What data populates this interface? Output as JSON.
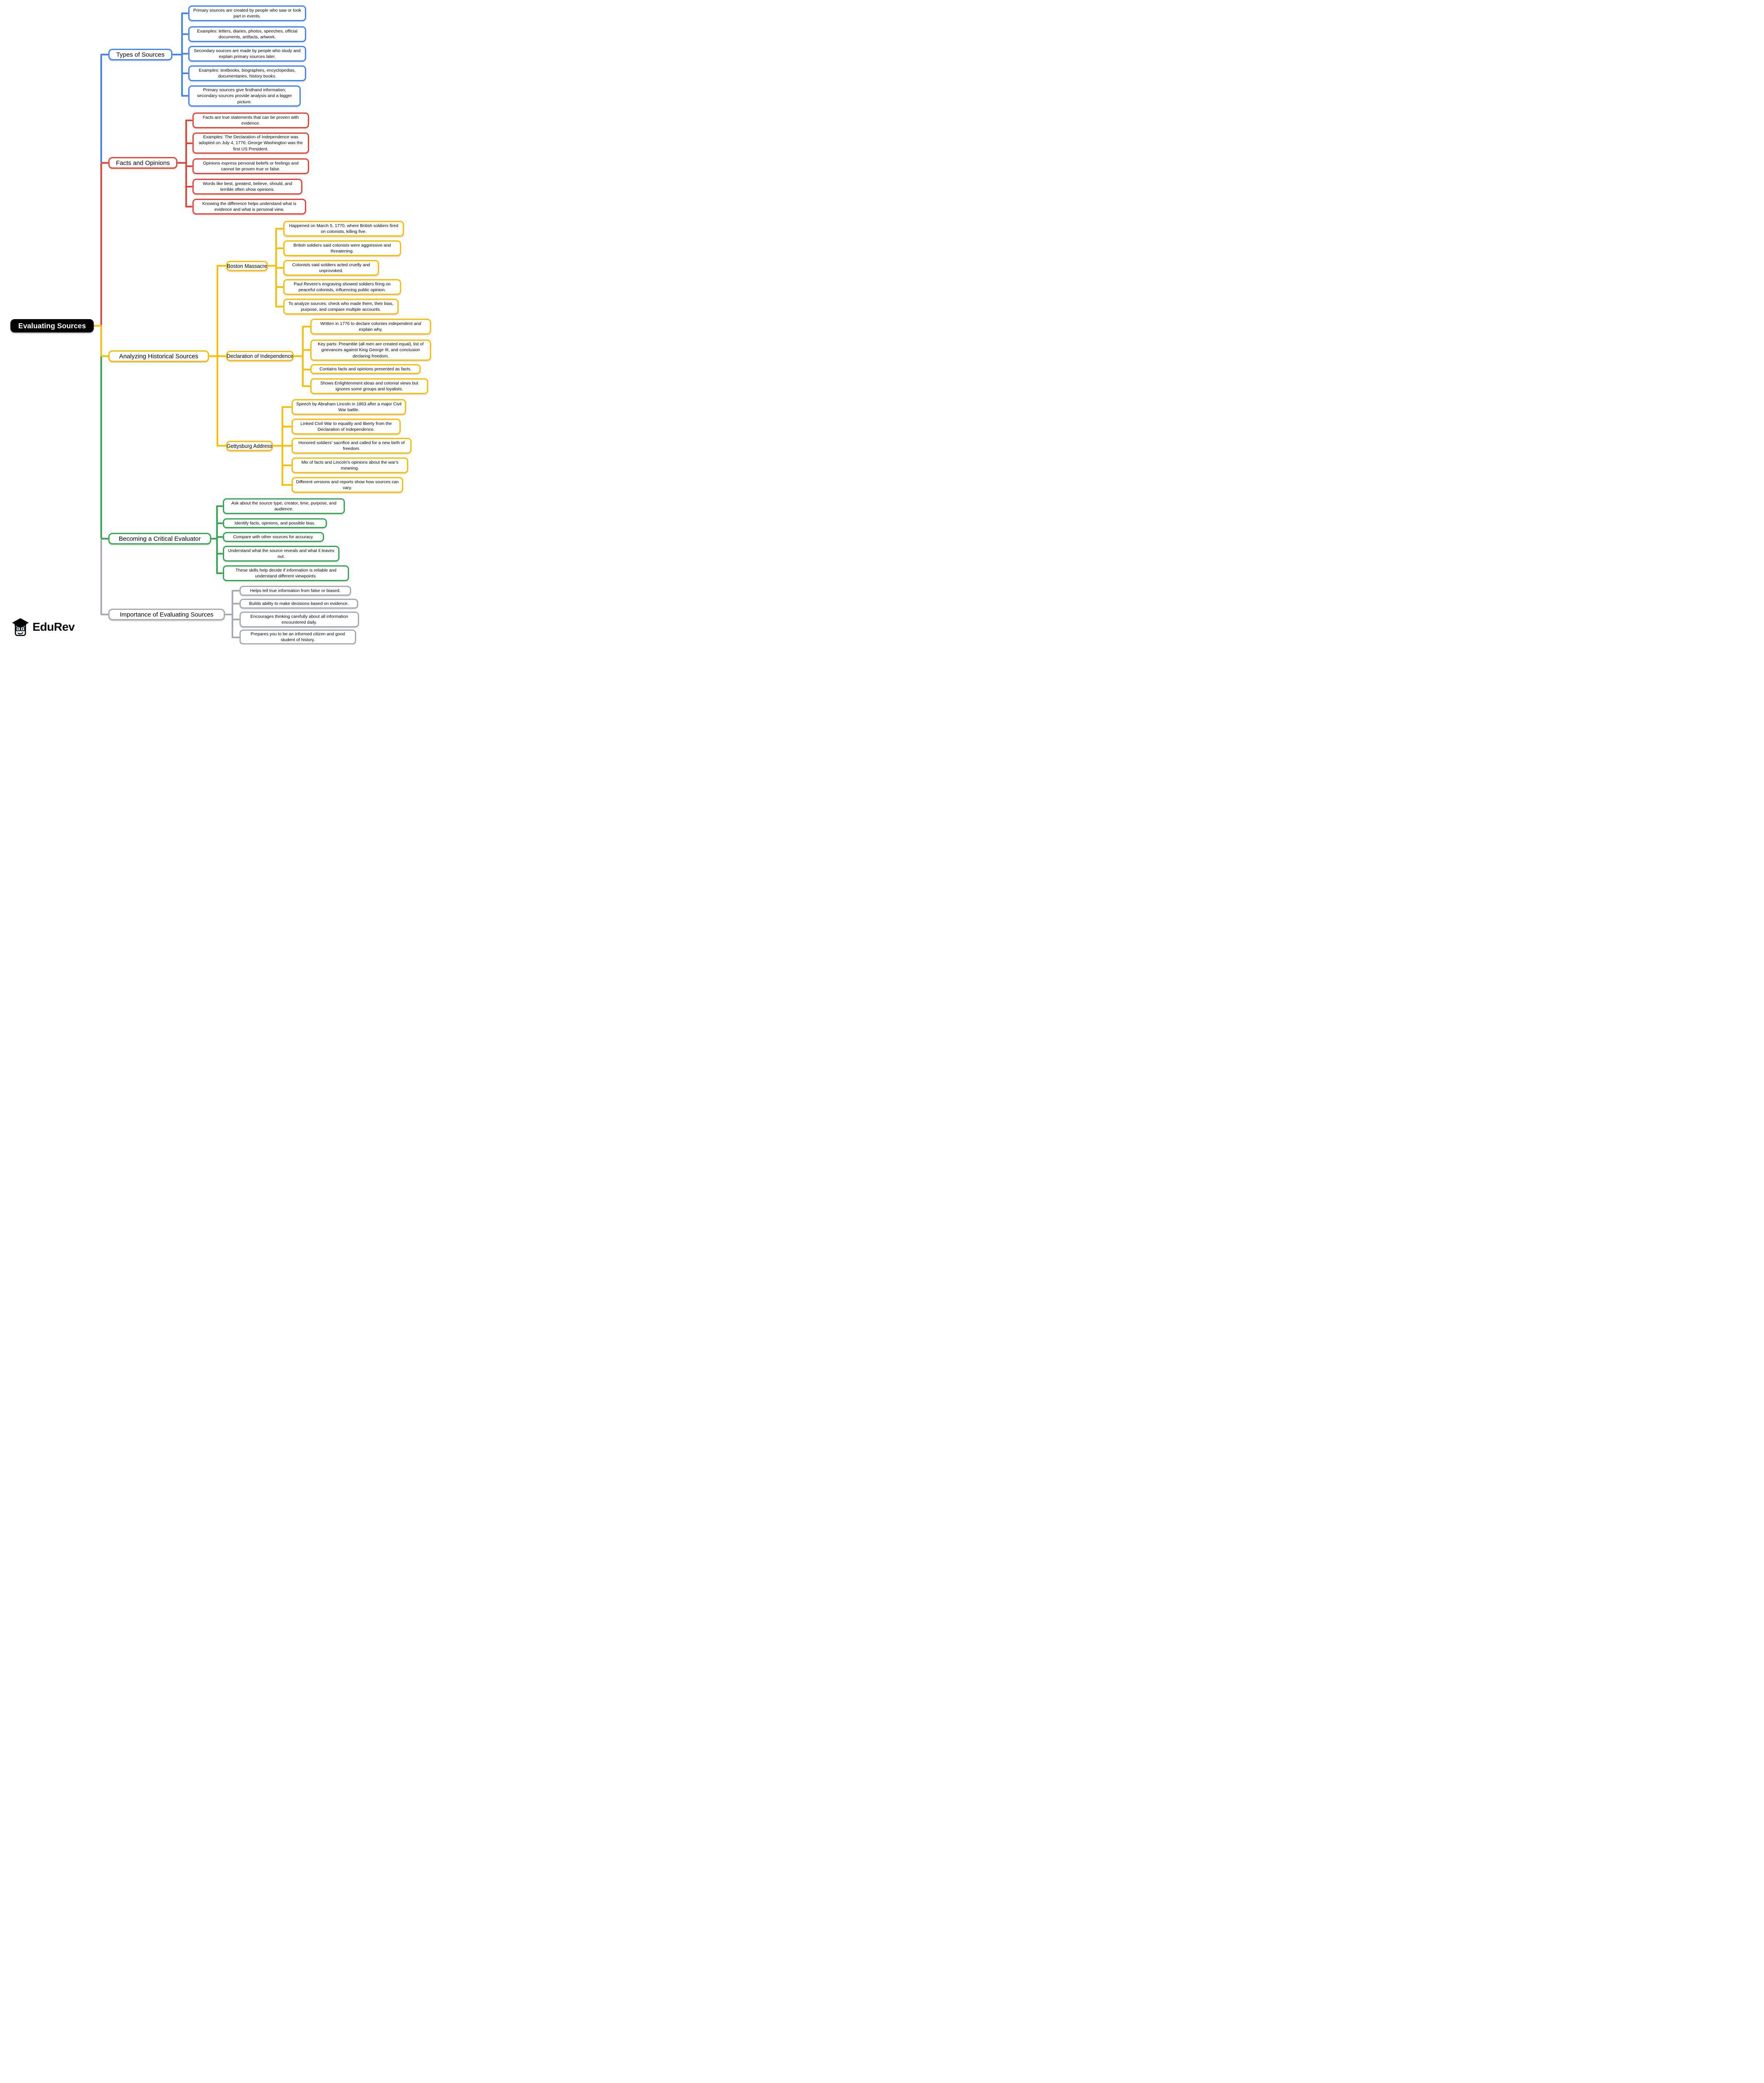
{
  "root": {
    "label": "Evaluating Sources"
  },
  "colors": {
    "types": "#4285F4",
    "facts": "#EA4335",
    "analyzing": "#FBBC05",
    "critical": "#34A853",
    "importance": "#A5ABB2",
    "root_bg": "#000000",
    "root_text": "#ffffff"
  },
  "branches": [
    {
      "label": "Types of Sources",
      "children": [
        "Primary sources are created by people who saw or took part in events.",
        "Examples: letters, diaries, photos, speeches, official documents, artifacts, artwork.",
        "Secondary sources are made by people who study and explain primary sources later.",
        "Examples: textbooks, biographies, encyclopedias, documentaries, history books.",
        "Primary sources give firsthand information; secondary sources provide analysis and a bigger picture."
      ]
    },
    {
      "label": "Facts and Opinions",
      "children": [
        "Facts are true statements that can be proven with evidence.",
        "Examples: The Declaration of Independence was adopted on July 4, 1776; George Washington was the first US President.",
        "Opinions express personal beliefs or feelings and cannot be proven true or false.",
        "Words like best, greatest, believe, should, and terrible often show opinions.",
        "Knowing the difference helps understand what is evidence and what is personal view."
      ]
    },
    {
      "label": "Analyzing Historical Sources",
      "subbranches": [
        {
          "label": "Boston Massacre",
          "children": [
            "Happened on March 5, 1770, where British soldiers fired on colonists, killing five.",
            "British soldiers said colonists were aggressive and threatening.",
            "Colonists said soldiers acted cruelly and unprovoked.",
            "Paul Revere's engraving showed soldiers firing on peaceful colonists, influencing public opinion.",
            "To analyze sources: check who made them, their bias, purpose, and compare multiple accounts."
          ]
        },
        {
          "label": "Declaration of Independence",
          "children": [
            "Written in 1776 to declare colonies independent and explain why.",
            "Key parts: Preamble (all men are created equal), list of grievances against King George III, and conclusion declaring freedom.",
            "Contains facts and opinions presented as facts.",
            "Shows Enlightenment ideas and colonial views but ignores some groups and loyalists."
          ]
        },
        {
          "label": "Gettysburg Address",
          "children": [
            "Speech by Abraham Lincoln in 1863 after a major Civil War battle.",
            "Linked Civil War to equality and liberty from the Declaration of Independence.",
            "Honored soldiers' sacrifice and called for a new birth of freedom.",
            "Mix of facts and Lincoln's opinions about the war's meaning.",
            "Different versions and reports show how sources can vary."
          ]
        }
      ]
    },
    {
      "label": "Becoming a Critical Evaluator",
      "children": [
        "Ask about the source type, creator, time, purpose, and audience.",
        "Identify facts, opinions, and possible bias.",
        "Compare with other sources for accuracy.",
        "Understand what the source reveals and what it leaves out.",
        "These skills help decide if information is reliable and understand different viewpoints."
      ]
    },
    {
      "label": "Importance of Evaluating Sources",
      "children": [
        "Helps tell true information from false or biased.",
        "Builds ability to make decisions based on evidence.",
        "Encourages thinking carefully about all information encountered daily.",
        "Prepares you to be an informed citizen and good student of history."
      ]
    }
  ],
  "logo": {
    "text": "EduRev"
  }
}
